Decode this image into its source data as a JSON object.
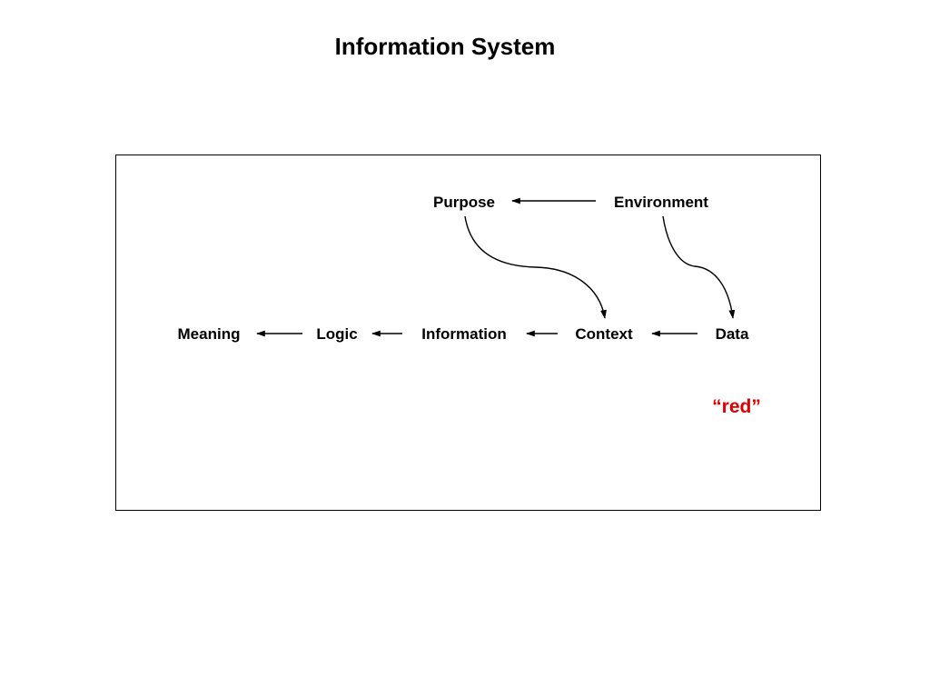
{
  "title": "Information System",
  "nodes": {
    "purpose": "Purpose",
    "environment": "Environment",
    "meaning": "Meaning",
    "logic": "Logic",
    "information": "Information",
    "context": "Context",
    "data": "Data"
  },
  "note": {
    "text": "“red”",
    "color": "#e00000"
  },
  "edges": [
    {
      "from": "environment",
      "to": "purpose"
    },
    {
      "from": "data",
      "to": "context"
    },
    {
      "from": "context",
      "to": "information"
    },
    {
      "from": "information",
      "to": "logic"
    },
    {
      "from": "logic",
      "to": "meaning"
    },
    {
      "from": "purpose",
      "to": "context"
    },
    {
      "from": "environment",
      "to": "data"
    }
  ]
}
